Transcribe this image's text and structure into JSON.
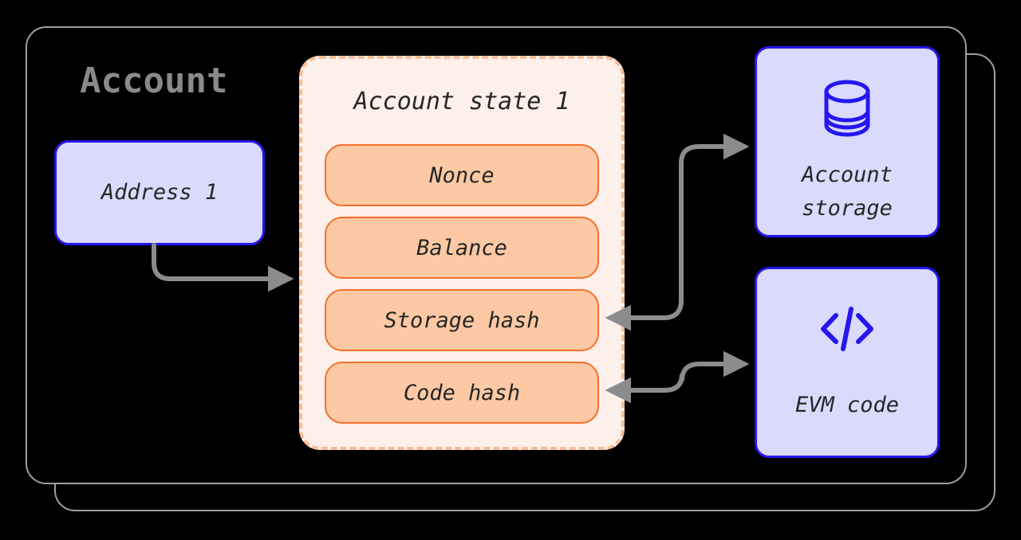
{
  "diagram": {
    "title": "Account",
    "background_color": "#000000",
    "container": {
      "name": "Account",
      "label": "Account",
      "border_color": "#9e9e9e",
      "stacked_copies": 2
    },
    "address": {
      "label": "Address 1",
      "fill_color": "#dadafc",
      "border_color": "#2516f0"
    },
    "state_panel": {
      "title": "Account state 1",
      "fill_color": "#fdf0eb",
      "border_color": "#f9bd97",
      "border_style": "dashed",
      "fields": [
        {
          "label": "Nonce"
        },
        {
          "label": "Balance"
        },
        {
          "label": "Storage hash"
        },
        {
          "label": "Code hash"
        }
      ],
      "field_fill_color": "#fcc9a4",
      "field_border_color": "#f4702a"
    },
    "side_nodes": [
      {
        "id": "account-storage",
        "label": "Account\nstorage",
        "icon": "database-icon",
        "fill_color": "#dadafc",
        "border_color": "#2516f0",
        "icon_color": "#2516f0"
      },
      {
        "id": "evm-code",
        "label": "EVM code",
        "icon": "code-icon",
        "fill_color": "#dadafc",
        "border_color": "#2516f0",
        "icon_color": "#2516f0"
      }
    ],
    "arrows": [
      {
        "id": "address-to-state",
        "from": "Address 1",
        "to": "Account state 1",
        "direction": "one-way",
        "color": "#8c8c8c"
      },
      {
        "id": "storage-hash-to-account-storage",
        "from": "Storage hash",
        "to": "Account storage",
        "direction": "two-way",
        "color": "#8c8c8c"
      },
      {
        "id": "code-hash-to-evm-code",
        "from": "Code hash",
        "to": "EVM code",
        "direction": "two-way",
        "color": "#8c8c8c"
      }
    ]
  }
}
